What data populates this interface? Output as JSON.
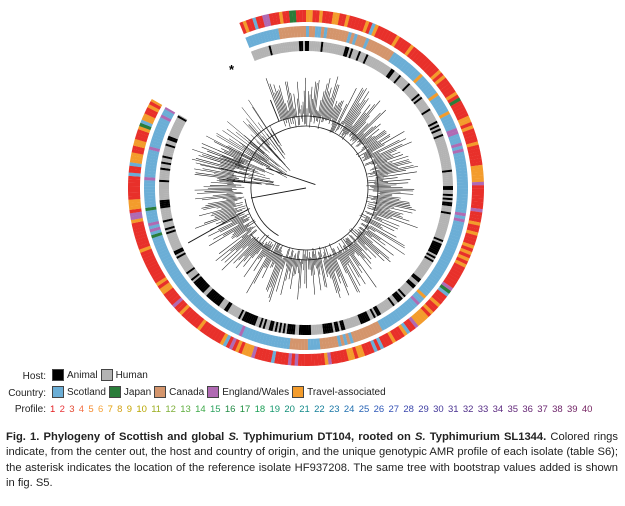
{
  "legend": {
    "host_label": "Host:",
    "host_items": [
      {
        "name": "Animal",
        "color": "#000000"
      },
      {
        "name": "Human",
        "color": "#b3b3b3"
      }
    ],
    "country_label": "Country:",
    "country_items": [
      {
        "name": "Scotland",
        "color": "#6baed6"
      },
      {
        "name": "Japan",
        "color": "#2a7d3a"
      },
      {
        "name": "Canada",
        "color": "#d4956c"
      },
      {
        "name": "England/Wales",
        "color": "#b06ab3"
      },
      {
        "name": "Travel-associated",
        "color": "#f39c2c"
      }
    ],
    "profile_label": "Profile:",
    "profiles": [
      "1",
      "2",
      "3",
      "4",
      "5",
      "6",
      "7",
      "8",
      "9",
      "10",
      "11",
      "12",
      "13",
      "14",
      "15",
      "16",
      "17",
      "18",
      "19",
      "20",
      "21",
      "22",
      "23",
      "24",
      "25",
      "26",
      "27",
      "28",
      "29",
      "30",
      "31",
      "32",
      "33",
      "34",
      "35",
      "36",
      "37",
      "38",
      "39",
      "40"
    ],
    "profile_colors": [
      "#e41a1c",
      "#e8353a",
      "#e34a33",
      "#f46d43",
      "#f58a2e",
      "#f7a33a",
      "#e69f00",
      "#d4a017",
      "#c8a400",
      "#b8a600",
      "#9cae20",
      "#7fb03a",
      "#5fae3f",
      "#3fa94a",
      "#2ca25f",
      "#238b45",
      "#1f8f3f",
      "#1b9e55",
      "#199a70",
      "#158f7a",
      "#138a8a",
      "#16809a",
      "#1a77a6",
      "#1f6fb0",
      "#2763b5",
      "#2e58b8",
      "#3450b5",
      "#3a47ad",
      "#3f3fa3",
      "#44389a",
      "#4a3391",
      "#502f8a",
      "#562c86",
      "#5c2a80",
      "#62287a",
      "#662775",
      "#6a2670",
      "#6e256b",
      "#722566",
      "#762462"
    ]
  },
  "caption": {
    "fig_label": "Fig. 1.",
    "title_a": "Phylogeny of Scottish and global ",
    "title_italic1": "S.",
    "title_b": " Typhimurium DT104, rooted on ",
    "title_italic2": "S.",
    "title_c": " Typhimurium SL1344.",
    "body": "Colored rings indicate, from the center out, the host and country of origin, and the unique genotypic AMR profile of each isolate (table S6); the asterisk indicates the location of the reference isolate HF937208. The same tree with bootstrap values added is shown in fig. S5."
  },
  "figure": {
    "asterisk": "*",
    "colors": {
      "profile_main": "#e8302a",
      "profile_alt1": "#f39c2c",
      "profile_alt2": "#b06ab3",
      "profile_alt3": "#6baed6",
      "profile_alt4": "#2a7d3a",
      "country_main": "#6baed6",
      "host_main": "#b3b3b3",
      "host_alt": "#000000",
      "tree": "#1a1a1a"
    }
  }
}
